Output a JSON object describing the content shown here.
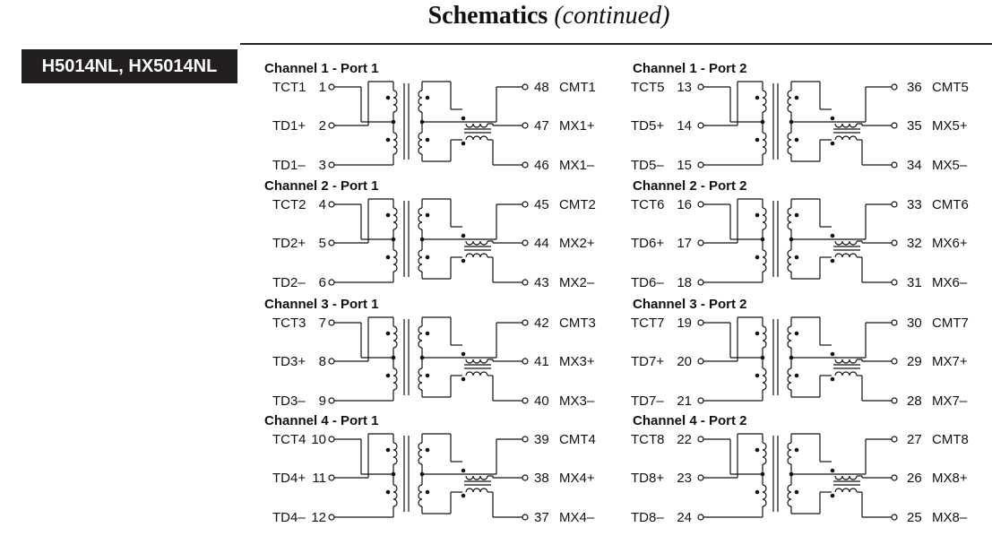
{
  "page": {
    "title_main": "Schematics",
    "title_sub": "(continued)",
    "part_numbers": "H5014NL, HX5014NL"
  },
  "channels": [
    {
      "title": "Channel 1 - Port 1",
      "left": [
        [
          "TCT1",
          "1"
        ],
        [
          "TD1+",
          "2"
        ],
        [
          "TD1–",
          "3"
        ]
      ],
      "right": [
        [
          "48",
          "CMT1"
        ],
        [
          "47",
          "MX1+"
        ],
        [
          "46",
          "MX1–"
        ]
      ]
    },
    {
      "title": "Channel 1 - Port 2",
      "left": [
        [
          "TCT5",
          "13"
        ],
        [
          "TD5+",
          "14"
        ],
        [
          "TD5–",
          "15"
        ]
      ],
      "right": [
        [
          "36",
          "CMT5"
        ],
        [
          "35",
          "MX5+"
        ],
        [
          "34",
          "MX5–"
        ]
      ]
    },
    {
      "title": "Channel 2 - Port 1",
      "left": [
        [
          "TCT2",
          "4"
        ],
        [
          "TD2+",
          "5"
        ],
        [
          "TD2–",
          "6"
        ]
      ],
      "right": [
        [
          "45",
          "CMT2"
        ],
        [
          "44",
          "MX2+"
        ],
        [
          "43",
          "MX2–"
        ]
      ]
    },
    {
      "title": "Channel 2 - Port 2",
      "left": [
        [
          "TCT6",
          "16"
        ],
        [
          "TD6+",
          "17"
        ],
        [
          "TD6–",
          "18"
        ]
      ],
      "right": [
        [
          "33",
          "CMT6"
        ],
        [
          "32",
          "MX6+"
        ],
        [
          "31",
          "MX6–"
        ]
      ]
    },
    {
      "title": "Channel 3 - Port 1",
      "left": [
        [
          "TCT3",
          "7"
        ],
        [
          "TD3+",
          "8"
        ],
        [
          "TD3–",
          "9"
        ]
      ],
      "right": [
        [
          "42",
          "CMT3"
        ],
        [
          "41",
          "MX3+"
        ],
        [
          "40",
          "MX3–"
        ]
      ]
    },
    {
      "title": "Channel 3 - Port 2",
      "left": [
        [
          "TCT7",
          "19"
        ],
        [
          "TD7+",
          "20"
        ],
        [
          "TD7–",
          "21"
        ]
      ],
      "right": [
        [
          "30",
          "CMT7"
        ],
        [
          "29",
          "MX7+"
        ],
        [
          "28",
          "MX7–"
        ]
      ]
    },
    {
      "title": "Channel 4 - Port 1",
      "left": [
        [
          "TCT4",
          "10"
        ],
        [
          "TD4+",
          "11"
        ],
        [
          "TD4–",
          "12"
        ]
      ],
      "right": [
        [
          "39",
          "CMT4"
        ],
        [
          "38",
          "MX4+"
        ],
        [
          "37",
          "MX4–"
        ]
      ]
    },
    {
      "title": "Channel 4 - Port 2",
      "left": [
        [
          "TCT8",
          "22"
        ],
        [
          "TD8+",
          "23"
        ],
        [
          "TD8–",
          "24"
        ]
      ],
      "right": [
        [
          "27",
          "CMT8"
        ],
        [
          "26",
          "MX8+"
        ],
        [
          "25",
          "MX8–"
        ]
      ]
    }
  ]
}
